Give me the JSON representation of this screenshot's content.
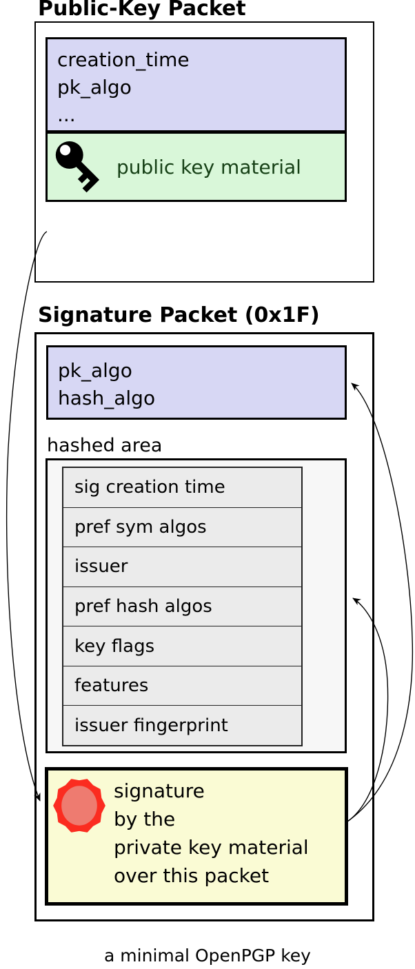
{
  "page": {
    "caption": "a minimal OpenPGP key"
  },
  "colors": {
    "field_header_fill": "#d7d7f4",
    "key_material_fill": "#d9f7d9",
    "key_material_text": "#164016",
    "signature_fill": "#fafbd4",
    "seal_ring": "#fb2c20",
    "seal_inner": "#ee7b70",
    "hashed_area_fill": "#f7f7f7",
    "subpacket_row_fill": "#ebebeb",
    "border": "#000000"
  },
  "public_key_packet": {
    "title": "Public-Key Packet",
    "fields": [
      "creation_time",
      "pk_algo",
      "..."
    ],
    "key_material_icon": "key-icon",
    "key_material_label": "public key material"
  },
  "signature_packet": {
    "title": "Signature Packet (0x1F)",
    "fields": [
      "pk_algo",
      "hash_algo"
    ],
    "hashed_area_label": "hashed area",
    "subpackets": [
      "sig creation time",
      "pref sym algos",
      "issuer",
      "pref hash algos",
      "key flags",
      "features",
      "issuer fingerprint"
    ],
    "signature_icon": "seal-icon",
    "signature_lines": [
      "signature",
      "by the",
      "private key material",
      "over this packet"
    ]
  },
  "arrows": [
    {
      "name": "arrow-public-key-to-signature",
      "from": "public-key-packet",
      "to": "signature-block"
    },
    {
      "name": "arrow-signature-to-algo-header",
      "from": "signature-block",
      "to": "signature-algo-header"
    },
    {
      "name": "arrow-signature-to-hashed-area",
      "from": "signature-block",
      "to": "hashed-area-box"
    }
  ]
}
